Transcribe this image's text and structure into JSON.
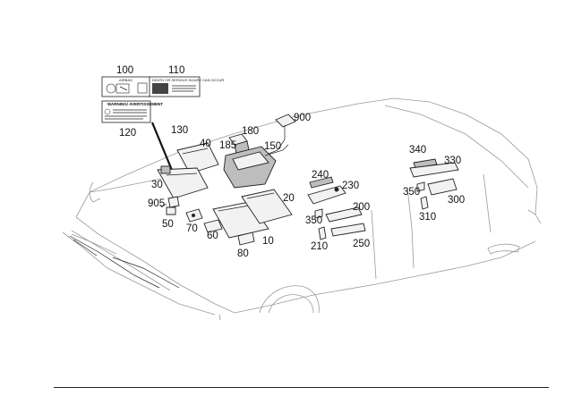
{
  "labels": {
    "l100": "100",
    "l110": "110",
    "l120": "120",
    "l130": "130",
    "l40": "40",
    "l180": "180",
    "l185": "185",
    "l150": "150",
    "l900": "900",
    "l30": "30",
    "l905": "905",
    "l50": "50",
    "l70": "70",
    "l60": "60",
    "l80": "80",
    "l10": "10",
    "l20": "20",
    "l240": "240",
    "l230": "230",
    "l200": "200",
    "l350a": "350",
    "l210": "210",
    "l250": "250",
    "l340": "340",
    "l330": "330",
    "l350b": "350",
    "l300": "300",
    "l310": "310"
  },
  "stickers": {
    "s100_text": "AIRBAG",
    "s110_text": "DEATH OR SERIOUS INJURY CAN OCCUR",
    "s120_title": "WARNING/ AVERTISSEMENT"
  },
  "colors": {
    "line": "#222222",
    "car": "#9a9a9a",
    "part_fill": "#f2f2f2",
    "part_dark": "#bdbdbd"
  }
}
